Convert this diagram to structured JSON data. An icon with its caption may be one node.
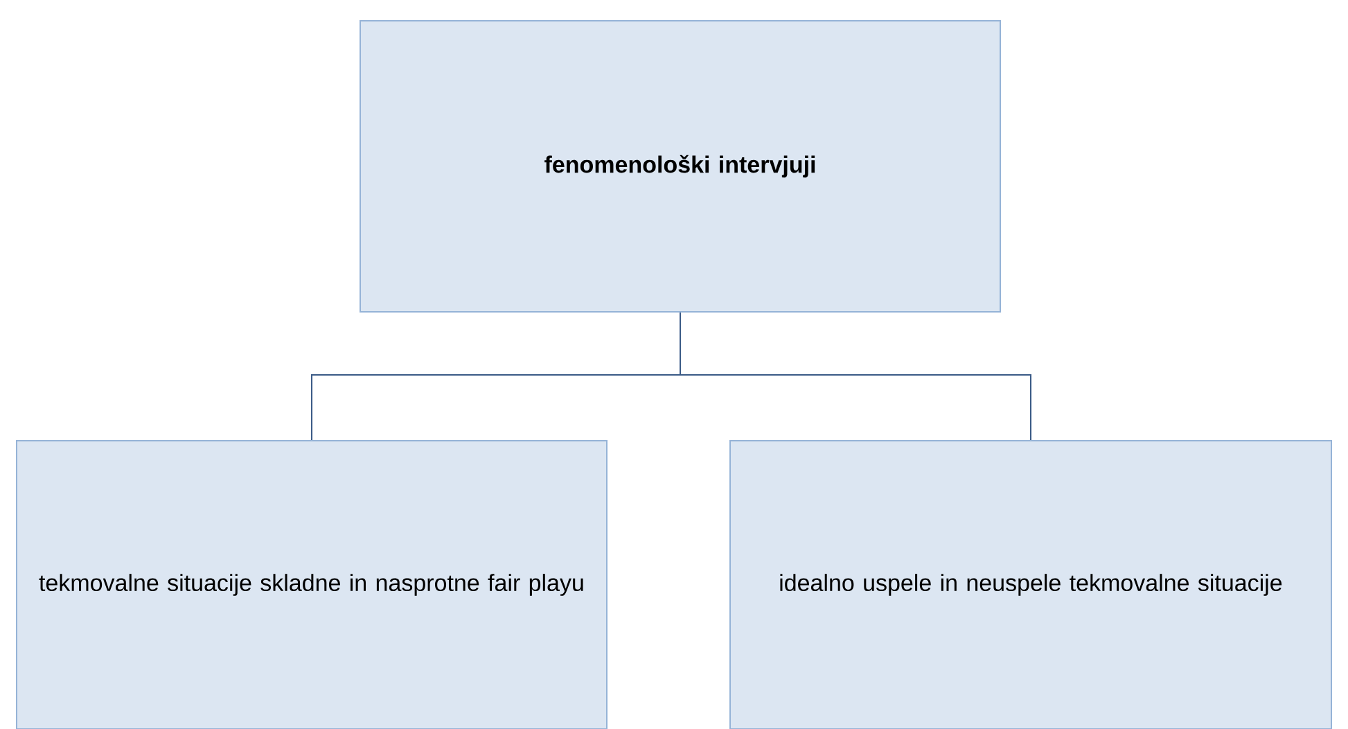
{
  "diagram": {
    "nodes": [
      {
        "text": [
          "**fenomenološki intervjuji**"
        ]
      },
      {
        "text": [
          "tekmovalne situacije skladne in nasprotne fair playu"
        ]
      },
      {
        "text": [
          "idealno uspele in neuspele tekmovalne situacije"
        ]
      }
    ],
    "edges": [
      {
        "from": 0,
        "to": 1,
        "arrow": "none"
      },
      {
        "from": 0,
        "to": 2,
        "arrow": "none"
      }
    ]
  }
}
